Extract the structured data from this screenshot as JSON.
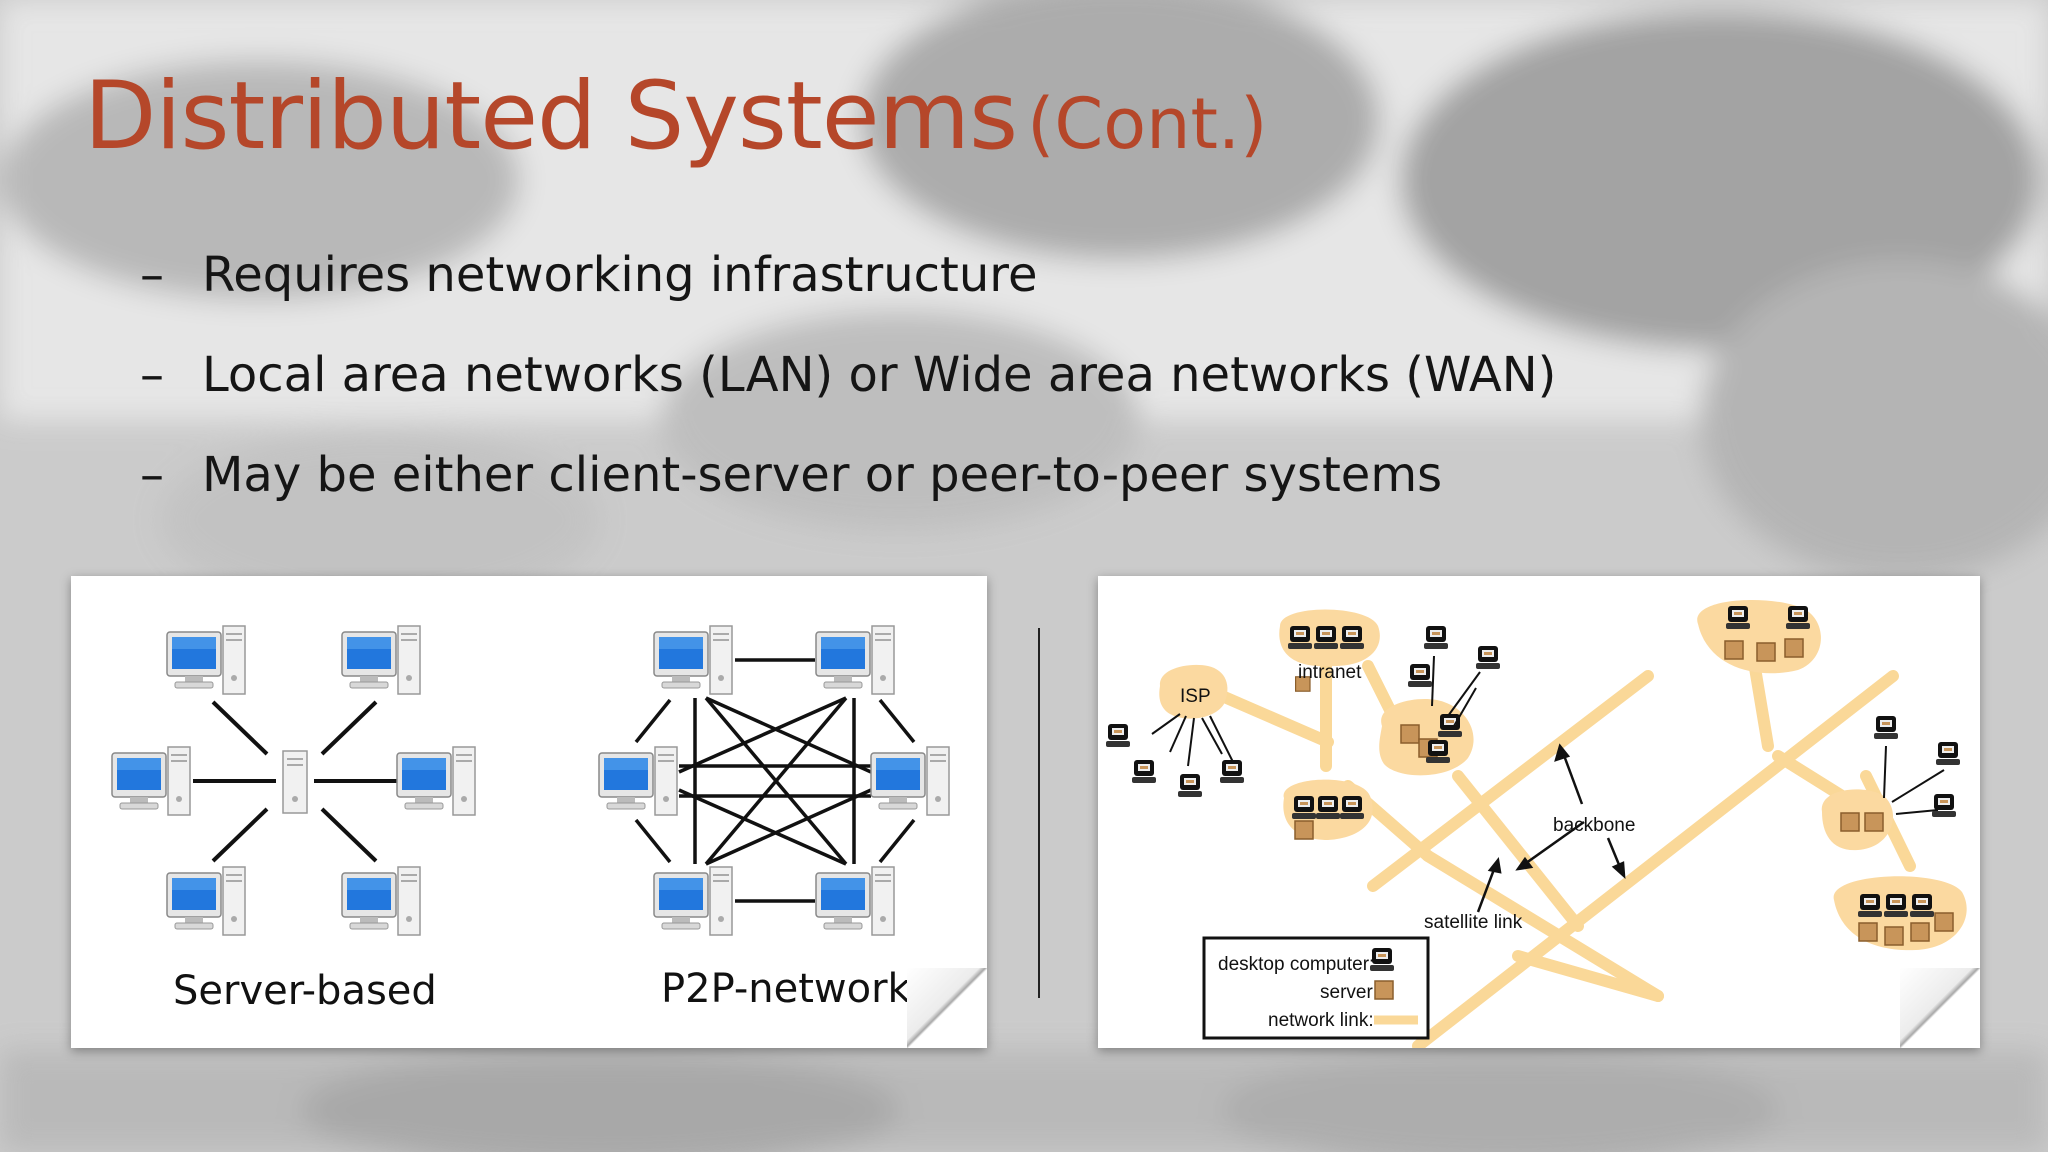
{
  "slide": {
    "title": "Distributed Systems",
    "title_suffix": "(Cont.)",
    "bullet_marker": "–",
    "bullets": [
      "Requires networking infrastructure",
      "Local area networks (LAN) or Wide area networks (WAN)",
      "May be either client-server or peer-to-peer systems"
    ]
  },
  "left_figure": {
    "captions": [
      "Server-based",
      "P2P-network"
    ]
  },
  "right_figure": {
    "labels": {
      "isp": "ISP",
      "intranet": "intranet",
      "backbone": "backbone",
      "satellite": "satellite link"
    },
    "legend": {
      "desktop": "desktop computer:",
      "server": "server:",
      "link": "network link:"
    }
  },
  "colors": {
    "title": "#b5472a",
    "link": "#fad898",
    "cluster": "#fbd9a0",
    "server": "#c8955a",
    "monitor_screen": "#2277dd"
  }
}
